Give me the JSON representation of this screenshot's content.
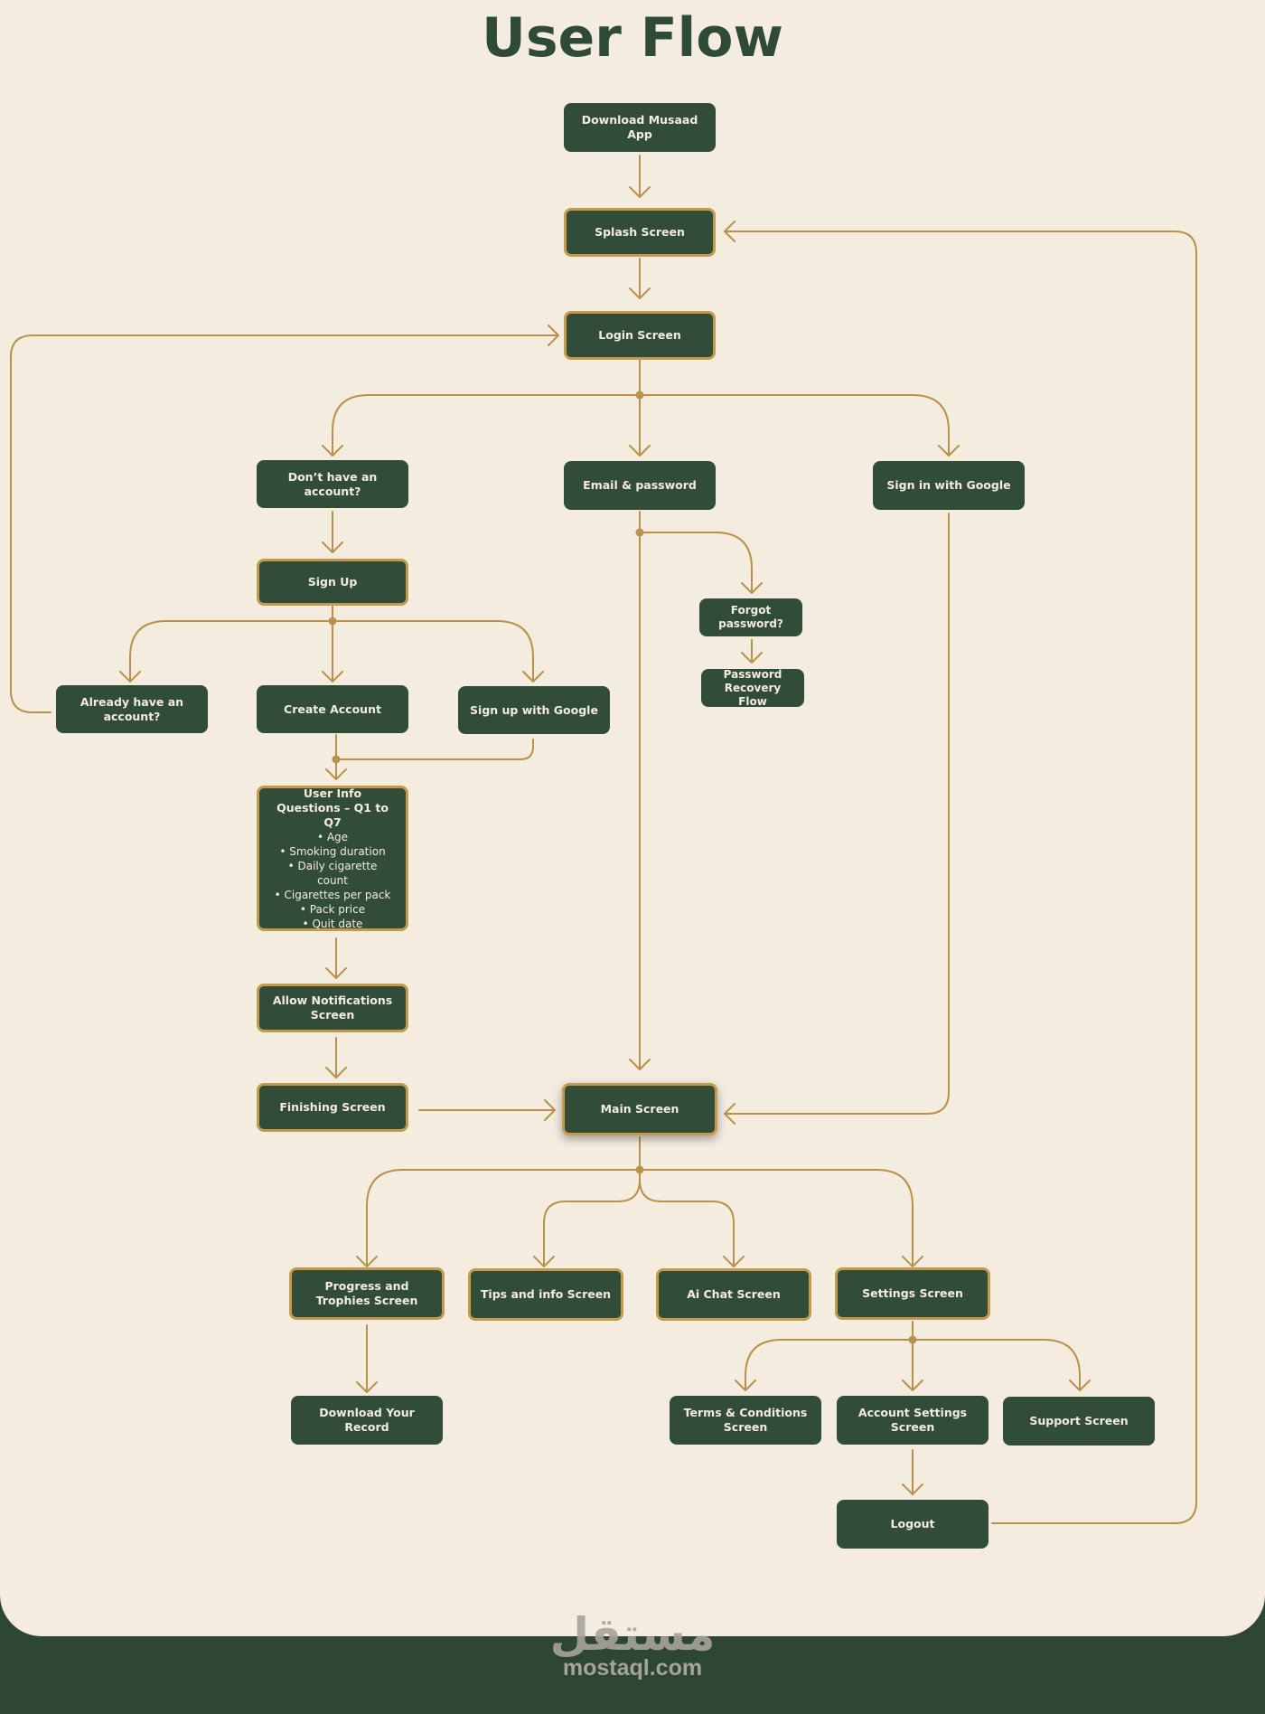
{
  "title": "User Flow",
  "colors": {
    "background": "#f3ecdf",
    "node_fill": "#314c39",
    "node_text": "#f3ecdf",
    "connector": "#b9914a",
    "footer": "#2e4735"
  },
  "nodes": {
    "download_app": "Download Musaad App",
    "splash": "Splash Screen",
    "login": "Login Screen",
    "no_account": "Don’t have an account?",
    "email_password": "Email & password",
    "google_signin": "Sign in with Google",
    "sign_up": "Sign Up",
    "forgot_password": "Forgot password?",
    "password_recovery": "Password Recovery Flow",
    "already_account": "Already have an account?",
    "create_account": "Create Account",
    "google_signup": "Sign up with Google",
    "user_info": {
      "title": "User Info Questions – Q1 to Q7",
      "items": [
        "• Age",
        "• Smoking duration",
        "• Daily cigarette count",
        "• Cigarettes per pack",
        "• Pack price",
        "• Quit date"
      ]
    },
    "allow_notifications": "Allow Notifications Screen",
    "finishing": "Finishing Screen",
    "main": "Main Screen",
    "progress_trophies": "Progress and Trophies Screen",
    "tips_info": "Tips and info Screen",
    "ai_chat": "Ai Chat Screen",
    "settings": "Settings Screen",
    "download_record": "Download Your Record",
    "terms": "Terms & Conditions Screen",
    "account_settings": "Account Settings Screen",
    "support": "Support Screen",
    "logout": "Logout"
  },
  "watermark": {
    "arabic": "مستقل",
    "site": "mostaql.com"
  }
}
